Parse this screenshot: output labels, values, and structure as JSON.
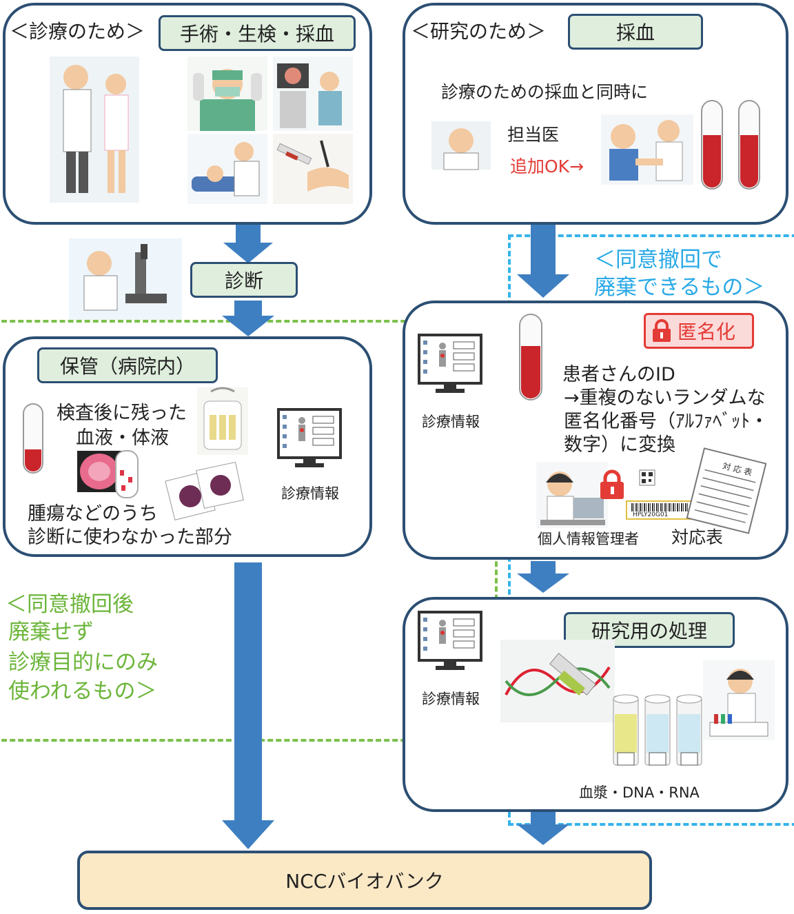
{
  "top_left": {
    "heading": "＜診療のため＞",
    "label": "手術・生検・採血",
    "illustrations": [
      "doctor-and-nurse-illustration",
      "surgeon-illustration",
      "endoscopy-illustration",
      "dentist-examination-illustration",
      "blood-draw-syringe-illustration"
    ]
  },
  "top_right": {
    "heading": "＜研究のため＞",
    "label": "採血",
    "line1": "診療のための採血と同時に",
    "doctor_label": "担当医",
    "add_ok": "追加OK→",
    "illustrations": [
      "doctor-portrait-illustration",
      "nurse-drawing-blood-illustration",
      "blood-tube-icon",
      "blood-tube-icon"
    ]
  },
  "diagnosis": {
    "label": "診断",
    "illustration": "microscope-researcher-illustration"
  },
  "storage": {
    "label": "保管（病院内）",
    "remaining_line1": "検査後に残った",
    "remaining_line2": "血液・体液",
    "tumor_line1": "腫瘍などのうち",
    "tumor_line2": "診断に使わなかった部分",
    "info_label": "診療情報"
  },
  "green_region": {
    "line1": "＜同意撤回後",
    "line2": "廃棄せず",
    "line3": "診療目的にのみ",
    "line4": "使われるもの＞"
  },
  "blue_region": {
    "line1": "＜同意撤回で",
    "line2": "廃棄できるもの＞"
  },
  "anonymize": {
    "badge": "匿名化",
    "text_line1": "患者さんのID",
    "text_line2": "→重複のないランダムな",
    "text_line3": "匿名化番号（ｱﾙﾌｧﾍﾞｯﾄ・",
    "text_line4": "数字）に変換",
    "info_label": "診療情報",
    "manager_label": "個人情報管理者",
    "table_label": "対応表",
    "barcode_text": "HPLY20G01",
    "table_title": "対 応 表"
  },
  "processing": {
    "label": "研究用の処理",
    "info_label": "診療情報",
    "products": "血漿・DNA・RNA"
  },
  "biobank": {
    "label": "NCCバイオバンク"
  },
  "colors": {
    "panel_border": "#2c4f73",
    "label_fill": "#dfeedd",
    "arrow": "#3e7fc1",
    "green_dash": "#7cc04c",
    "blue_dash": "#35b3ec",
    "red": "#e33b35",
    "biobank_fill": "#fbe9c6"
  }
}
